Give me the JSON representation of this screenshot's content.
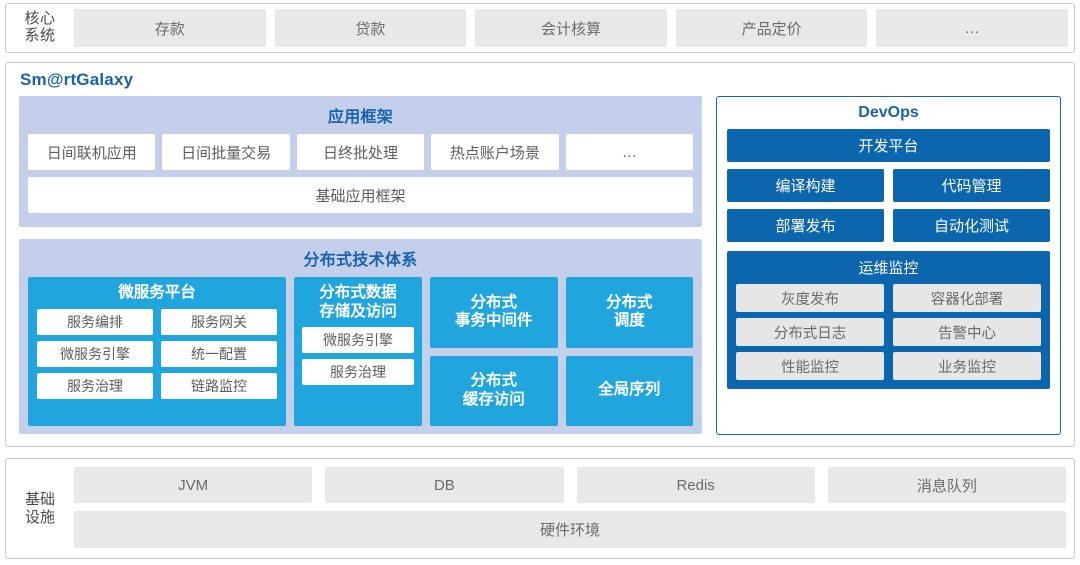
{
  "core_systems": {
    "label": "核心\n系统",
    "label_line1": "核心",
    "label_line2": "系统",
    "items": [
      {
        "label": "存款"
      },
      {
        "label": "贷款"
      },
      {
        "label": "会计核算"
      },
      {
        "label": "产品定价"
      },
      {
        "label": "…"
      }
    ]
  },
  "smartgalaxy": {
    "title": "Sm@rtGalaxy",
    "accent_color": "#1a63ac",
    "app_framework": {
      "title": "应用框架",
      "tiles": [
        {
          "label": "日间联机应用"
        },
        {
          "label": "日间批量交易"
        },
        {
          "label": "日终批处理"
        },
        {
          "label": "热点账户场景"
        },
        {
          "label": "…"
        }
      ],
      "base": {
        "label": "基础应用框架"
      }
    },
    "dist_tech": {
      "title": "分布式技术体系",
      "panel_color": "#c4cfeb",
      "box_color": "#21a5dd",
      "microservice_platform": {
        "title": "微服务平台",
        "chips": [
          {
            "label": "服务编排"
          },
          {
            "label": "服务网关"
          },
          {
            "label": "微服务引擎"
          },
          {
            "label": "统一配置"
          },
          {
            "label": "服务治理"
          },
          {
            "label": "链路监控"
          }
        ]
      },
      "data_storage": {
        "title": "分布式数据\n存储及访问",
        "title_line1": "分布式数据",
        "title_line2": "存储及访问",
        "chips": [
          {
            "label": "微服务引擎"
          },
          {
            "label": "服务治理"
          }
        ]
      },
      "column3": [
        {
          "line1": "分布式",
          "line2": "事务中间件"
        },
        {
          "line1": "分布式",
          "line2": "缓存访问"
        }
      ],
      "column4": [
        {
          "line1": "分布式",
          "line2": "调度"
        },
        {
          "line1": "全局序列",
          "line2": ""
        }
      ]
    }
  },
  "devops": {
    "title": "DevOps",
    "border_color": "#1a63ac",
    "bar_color": "#0c66ad",
    "platform": {
      "label": "开发平台"
    },
    "tiles": [
      {
        "label": "编译构建"
      },
      {
        "label": "代码管理"
      },
      {
        "label": "部署发布"
      },
      {
        "label": "自动化测试"
      }
    ],
    "ops_monitor": {
      "title": "运维监控",
      "chips": [
        {
          "label": "灰度发布"
        },
        {
          "label": "容器化部署"
        },
        {
          "label": "分布式日志"
        },
        {
          "label": "告警中心"
        },
        {
          "label": "性能监控"
        },
        {
          "label": "业务监控"
        }
      ]
    }
  },
  "infrastructure": {
    "label_line1": "基础",
    "label_line2": "设施",
    "tiles": [
      {
        "label": "JVM"
      },
      {
        "label": "DB"
      },
      {
        "label": "Redis"
      },
      {
        "label": "消息队列"
      }
    ],
    "hardware": {
      "label": "硬件环境"
    }
  }
}
